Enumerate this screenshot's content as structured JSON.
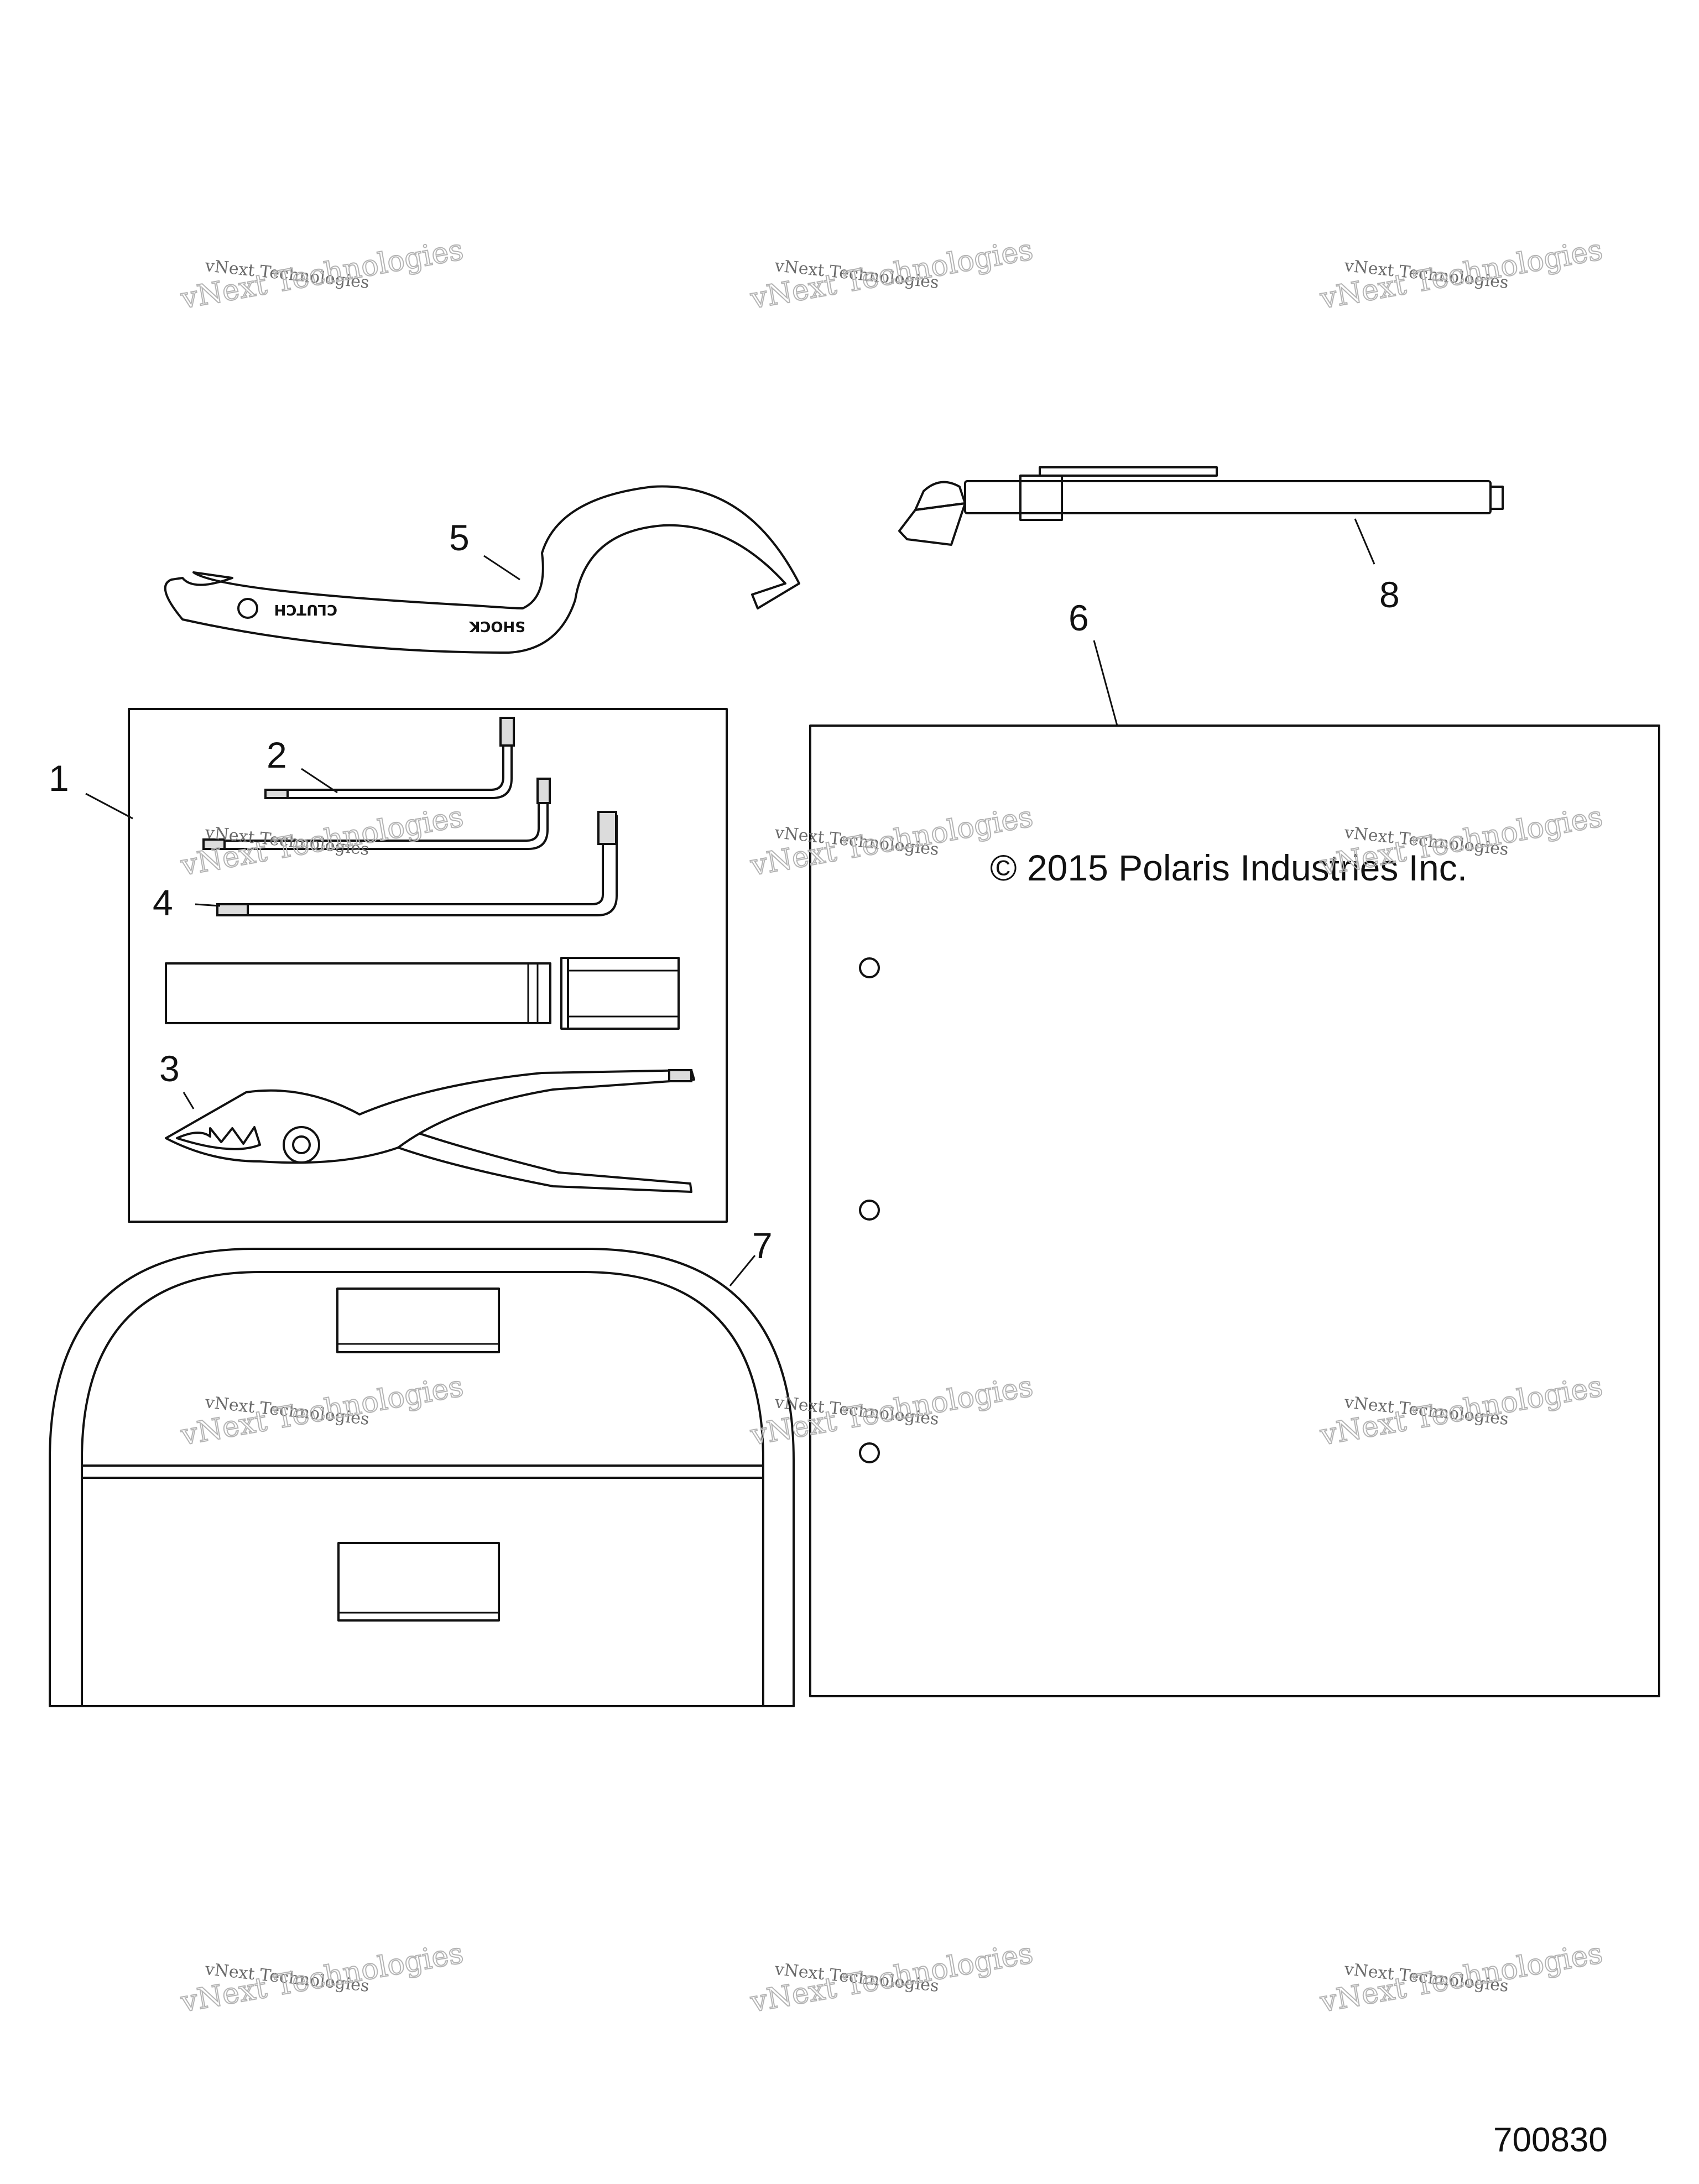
{
  "diagram": {
    "callouts": {
      "c1": "1",
      "c2": "2",
      "c3": "3",
      "c4": "4",
      "c5": "5",
      "c6": "6",
      "c7": "7",
      "c8": "8"
    },
    "manual_text": "© 2015 Polaris Industries Inc.",
    "spanner_stamp_clutch": "CLUTCH",
    "spanner_stamp_shock": "SHOCK",
    "part_number": "700830"
  },
  "watermark": {
    "line1": "vNext Technologies",
    "line2": "vNext Technologies"
  }
}
